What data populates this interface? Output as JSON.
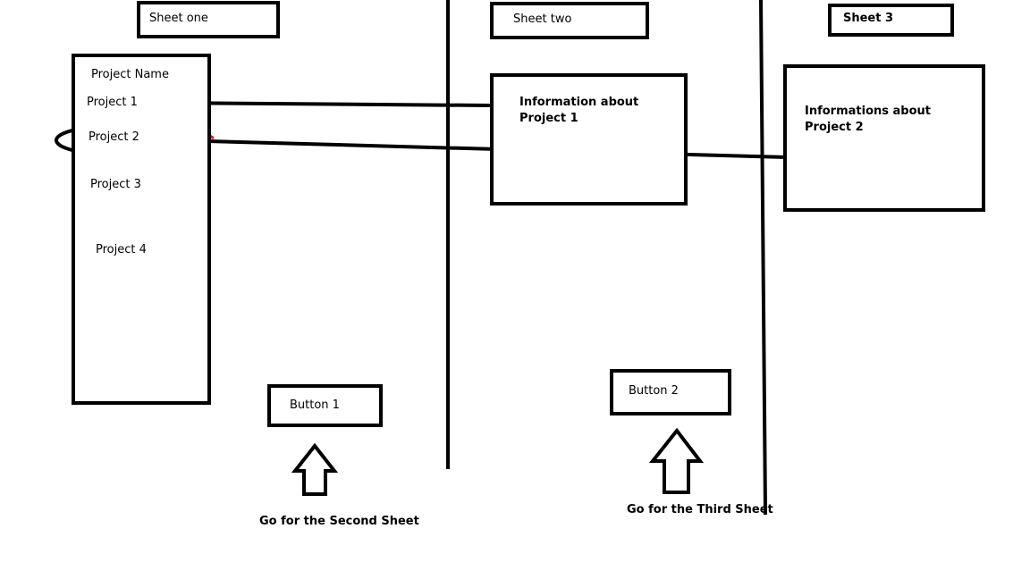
{
  "sheet_one": {
    "title": "Sheet one",
    "list_header": "Project Name",
    "projects": [
      "Project 1",
      "Project 2",
      "Project 3",
      "Project 4"
    ],
    "button_label": "Button 1",
    "button_caption": "Go for the Second Sheet"
  },
  "sheet_two": {
    "title": "Sheet two",
    "info_line1": "Information about",
    "info_line2": "Project 1",
    "button_label": "Button 2",
    "button_caption": "Go for the Third Sheet"
  },
  "sheet_three": {
    "title": "Sheet 3",
    "info_line1": "Informations about",
    "info_line2": "Project 2"
  },
  "colors": {
    "ink": "#000000",
    "marker": "#e8131f",
    "background": "#ffffff"
  }
}
